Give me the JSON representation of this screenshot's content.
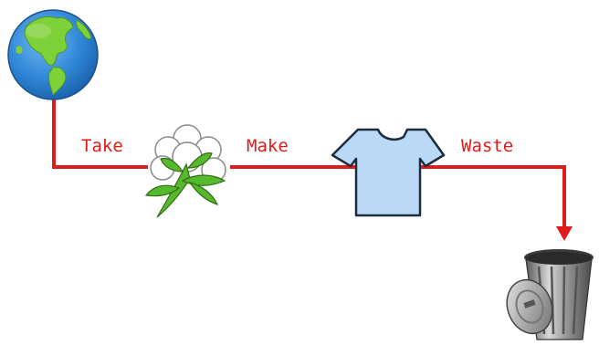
{
  "diagram": {
    "type": "linear-economy-flow",
    "line_color": "#e01b1b",
    "label_color": "#e01b1b",
    "steps": [
      {
        "label": "Take"
      },
      {
        "label": "Make"
      },
      {
        "label": "Waste"
      }
    ],
    "icons": [
      "globe-icon",
      "cotton-plant-icon",
      "t-shirt-icon",
      "trash-can-icon"
    ]
  }
}
